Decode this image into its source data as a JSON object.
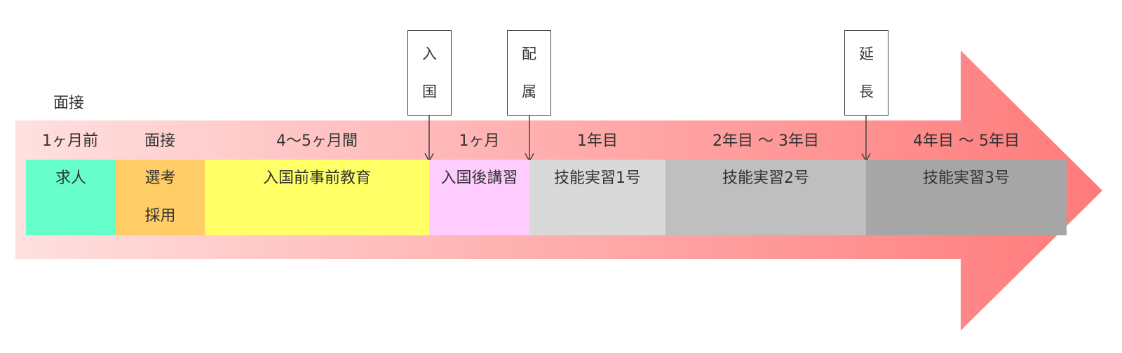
{
  "top_label": "面接",
  "periods": [
    "1ヶ月前",
    "面接",
    "4～5ヶ月間",
    "1ヶ月",
    "1年目",
    "2年目 ～ 3年目",
    "4年目 ～ 5年目"
  ],
  "stages": [
    {
      "lines": [
        "求人"
      ],
      "color": "#66ffcc"
    },
    {
      "lines": [
        "選考",
        "採用"
      ],
      "color": "#ffcc66"
    },
    {
      "lines": [
        "入国前事前教育"
      ],
      "color": "#ffff66"
    },
    {
      "lines": [
        "入国後講習"
      ],
      "color": "#ffccff"
    },
    {
      "lines": [
        "技能実習1号"
      ],
      "color": "#d9d9d9"
    },
    {
      "lines": [
        "技能実習2号"
      ],
      "color": "#bfbfbf"
    },
    {
      "lines": [
        "技能実習3号"
      ],
      "color": "#a6a6a6"
    }
  ],
  "markers": [
    {
      "chars": [
        "入",
        "国"
      ]
    },
    {
      "chars": [
        "配",
        "属"
      ]
    },
    {
      "chars": [
        "延",
        "長"
      ]
    }
  ],
  "colors": {
    "arrow_start": "#ffe0e0",
    "arrow_end": "#ff7a7a",
    "text": "#333333",
    "border": "#444444"
  }
}
